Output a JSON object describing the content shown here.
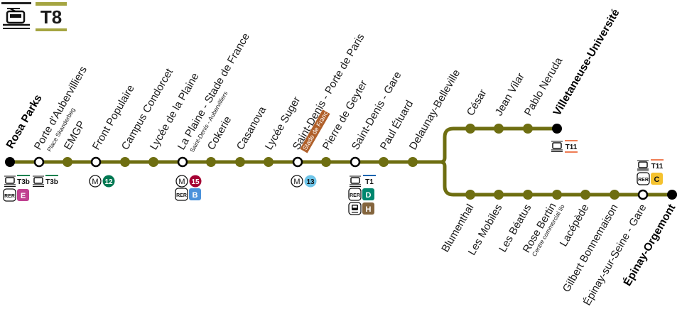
{
  "line": {
    "name": "T8",
    "color": "#6e6e11",
    "accent": "#a5a541"
  },
  "badge_text": {
    "rer": "RER",
    "metro": "M",
    "t3b": "T3b",
    "t1": "T1",
    "t11": "T11"
  },
  "colors": {
    "e": "#c04191",
    "b": "#4b92db",
    "d": "#00866e",
    "h": "#84653d",
    "c": "#f5c22f",
    "m12": "#007852",
    "m13": "#6ec4e8",
    "m15": "#a50034",
    "t3b": "#00814f",
    "t1": "#0064b0",
    "t11": "#ef7d54"
  },
  "stations": {
    "rosa_parks": {
      "name": "Rosa Parks",
      "terminus": true
    },
    "porte_aubervilliers": {
      "name": "Porte d'Aubervilliers",
      "sub": "Place Skanderbeg"
    },
    "emgp": {
      "name": "EMGP"
    },
    "front_populaire": {
      "name": "Front Populaire"
    },
    "campus_condorcet": {
      "name": "Campus Condorcet"
    },
    "lycee_plaine": {
      "name": "Lycée de la Plaine"
    },
    "plaine_stade": {
      "name": "La Plaine - Stade de France",
      "sub": "Saint-Denis - Aubervilliers"
    },
    "cokerie": {
      "name": "Cokerie"
    },
    "casanova": {
      "name": "Casanova"
    },
    "lycee_suger": {
      "name": "Lycée Suger"
    },
    "sd_porte_paris": {
      "name": "Saint-Denis - Porte de Paris",
      "tag": "Stade de France"
    },
    "pierre_geyter": {
      "name": "Pierre de Geyter"
    },
    "sd_gare": {
      "name": "Saint-Denis - Gare"
    },
    "paul_eluard": {
      "name": "Paul Éluard"
    },
    "delaunay": {
      "name": "Delaunay-Belleville"
    },
    "cesar": {
      "name": "César"
    },
    "jean_vilar": {
      "name": "Jean Vilar"
    },
    "pablo_neruda": {
      "name": "Pablo Neruda"
    },
    "villetaneuse": {
      "name": "Villetaneuse-Université",
      "terminus": true
    },
    "blumenthal": {
      "name": "Blumenthal"
    },
    "les_mobiles": {
      "name": "Les Mobiles"
    },
    "les_beatus": {
      "name": "Les Béatus"
    },
    "rose_bertin": {
      "name": "Rose Bertin",
      "sub": "Centre commercial Ilo"
    },
    "lacepede": {
      "name": "Lacépède"
    },
    "gilbert": {
      "name": "Gilbert Bonnemaison"
    },
    "epinay_gare": {
      "name": "Épinay-sur-Seine - Gare"
    },
    "epinay_orgemont": {
      "name": "Épinay-Orgemont",
      "terminus": true
    }
  },
  "connections": {
    "rosa_parks": {
      "rer": "E",
      "tram": "T3b"
    },
    "porte_aubervilliers": {
      "tram": "T3b"
    },
    "front_populaire": {
      "metro": "12"
    },
    "plaine_stade": {
      "metro": "15",
      "rer": "B"
    },
    "sd_porte_paris": {
      "metro": "13"
    },
    "sd_gare": {
      "tram": "T1",
      "rer": "D",
      "train": "H"
    },
    "villetaneuse": {
      "tram": "T11"
    },
    "epinay_gare": {
      "tram": "T11",
      "rer": "C"
    }
  }
}
